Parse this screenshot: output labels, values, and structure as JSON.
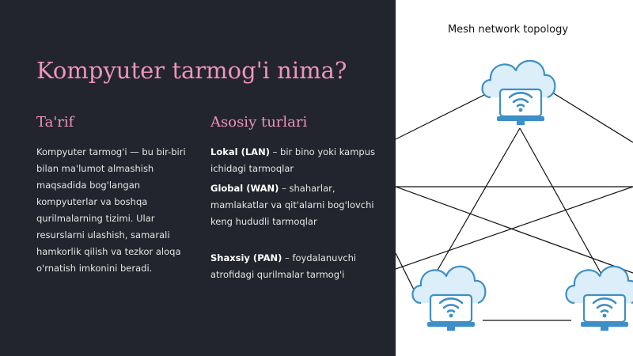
{
  "slide": {
    "title": "Kompyuter tarmog'i nima?",
    "definition": {
      "heading": "Ta'rif",
      "text": "Kompyuter tarmog'i — bu bir-biri bilan ma'lumot almashish maqsadida bog'langan kompyuterlar va boshqa qurilmalarning tizimi. Ular resurslarni ulashish, samarali hamkorlik qilish va tezkor aloqa o'rnatish imkonini beradi."
    },
    "types": {
      "heading": "Asosiy turlari",
      "items": [
        {
          "name": "Lokal (LAN)",
          "desc": " – bir bino yoki kampus ichidagi tarmoqlar"
        },
        {
          "name": "Global (WAN)",
          "desc": " – shaharlar, mamlakatlar va qit'alarni bog'lovchi keng hududli tarmoqlar"
        },
        {
          "name": "Shaxsiy (PAN)",
          "desc": " – foydalanuvchi atrofidagi qurilmalar tarmog'i"
        }
      ]
    }
  },
  "diagram": {
    "title": "Mesh network topology",
    "node_icon": "cloud-wifi-monitor-icon",
    "colors": {
      "icon_stroke": "#3d8fc7",
      "icon_fill": "#dbeefa",
      "line": "#111111"
    }
  }
}
